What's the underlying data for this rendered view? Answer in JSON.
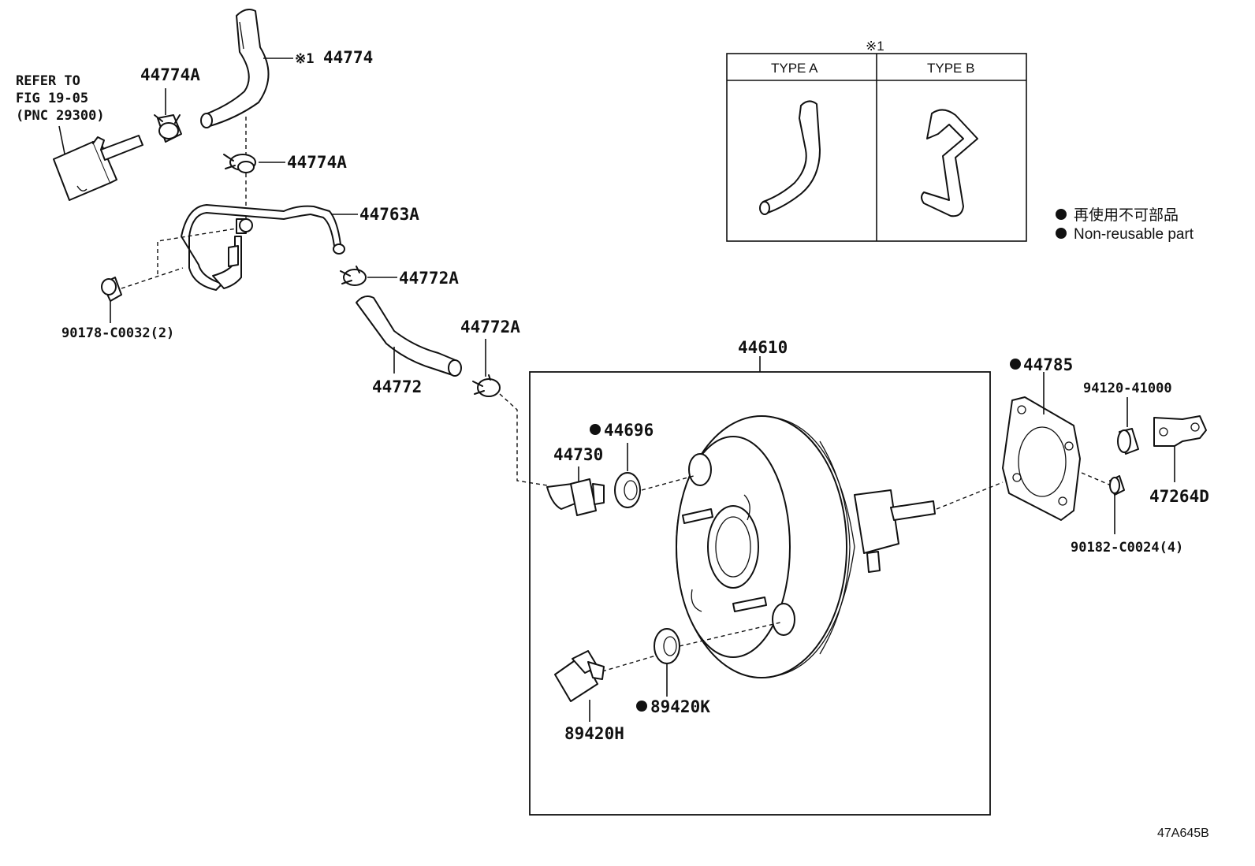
{
  "refer_note": [
    "REFER TO",
    "FIG 19-05",
    "(PNC 29300)"
  ],
  "type_table": {
    "note_mark": "※1",
    "columns": [
      "TYPE A",
      "TYPE B"
    ]
  },
  "legend": {
    "line_jp": "再使用不可部品",
    "line_en": "Non-reusable part"
  },
  "parts": {
    "p44774": {
      "mark": "※1",
      "number": "44774"
    },
    "p44774A_top": "44774A",
    "p44774A_mid": "44774A",
    "p44763A": "44763A",
    "p90178": "90178-C0032(2)",
    "p44772A_upper": "44772A",
    "p44772A_lower": "44772A",
    "p44772": "44772",
    "p44610": "44610",
    "p44696": "44696",
    "p44730": "44730",
    "p44785": "44785",
    "p94120": "94120-41000",
    "p47264D": "47264D",
    "p90182": "90182-C0024(4)",
    "p89420H": "89420H",
    "p89420K": "89420K"
  },
  "diagram_code": "47A645B"
}
